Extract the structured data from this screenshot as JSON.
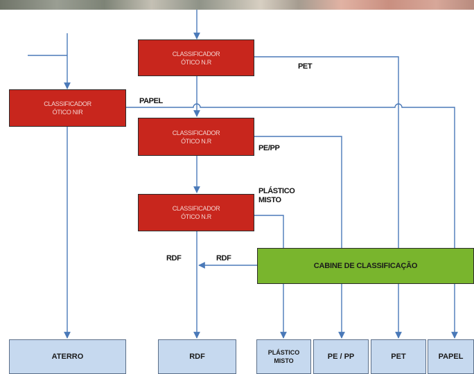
{
  "nodes": {
    "sorter_a": "CLASSIFICADOR\nÓTICO N.R",
    "sorter_left": "CLASSIFICADOR\nÓTICO NIR",
    "sorter_b": "CLASSIFICADOR\nÓTICO N.R",
    "sorter_c": "CLASSIFICADOR\nÓTICO N.R",
    "cabin": "CABINE DE CLASSIFICAÇÃO"
  },
  "outputs": {
    "aterro": "ATERRO",
    "rdf": "RDF",
    "plastico_misto": "PLÁSTICO\nMISTO",
    "pe_pp": "PE / PP",
    "pet": "PET",
    "papel": "PAPEL"
  },
  "flow_labels": {
    "pet": "PET",
    "papel": "PAPEL",
    "pe_pp": "PE/PP",
    "plastico_misto": "PLÁSTICO\nMISTO",
    "rdf_left": "RDF",
    "rdf_right": "RDF"
  },
  "colors": {
    "sorter": "#c8261d",
    "cabin": "#79b52d",
    "output": "#c6d9ef",
    "flow_line": "#4a79b8"
  }
}
